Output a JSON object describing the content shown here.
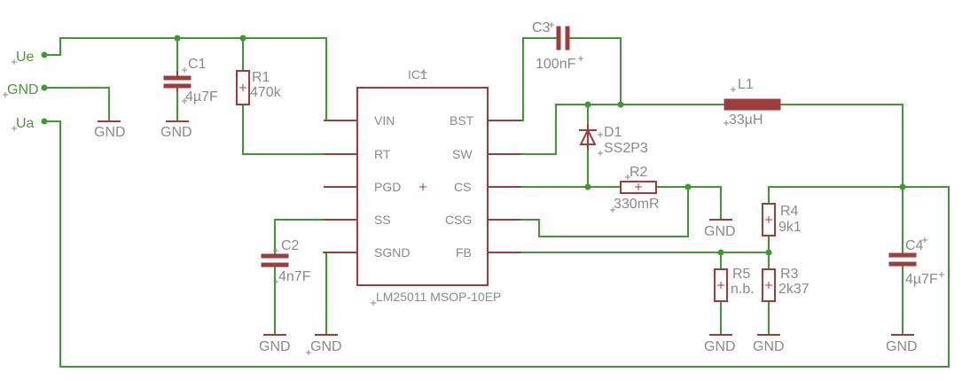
{
  "nets": {
    "ue": "Ue",
    "gnd": "GND",
    "ua": "Ua"
  },
  "ic": {
    "name": "IC1",
    "value": "LM25011 MSOP-10EP",
    "left_pins": [
      "VIN",
      "RT",
      "PGD",
      "SS",
      "SGND"
    ],
    "right_pins": [
      "BST",
      "SW",
      "CS",
      "CSG",
      "FB"
    ]
  },
  "components": {
    "c1": {
      "name": "C1",
      "value": "4µ7F"
    },
    "r1": {
      "name": "R1",
      "value": "470k"
    },
    "c2": {
      "name": "C2",
      "value": "4n7F"
    },
    "c3": {
      "name": "C3",
      "value": "100nF"
    },
    "d1": {
      "name": "D1",
      "value": "SS2P3"
    },
    "r2": {
      "name": "R2",
      "value": "330mR"
    },
    "l1": {
      "name": "L1",
      "value": "33µH"
    },
    "r4": {
      "name": "R4",
      "value": "9k1"
    },
    "r3": {
      "name": "R3",
      "value": "2k37"
    },
    "r5": {
      "name": "R5",
      "value": "n.b."
    },
    "c4": {
      "name": "C4",
      "value": "4µ7F"
    }
  },
  "gnd_symbols": [
    "GND",
    "GND",
    "GND",
    "GND",
    "GND",
    "GND",
    "GND",
    "GND"
  ],
  "colors": {
    "wire": "#3c9a2e",
    "part": "#a03c3c",
    "text": "#8a8a8a"
  }
}
